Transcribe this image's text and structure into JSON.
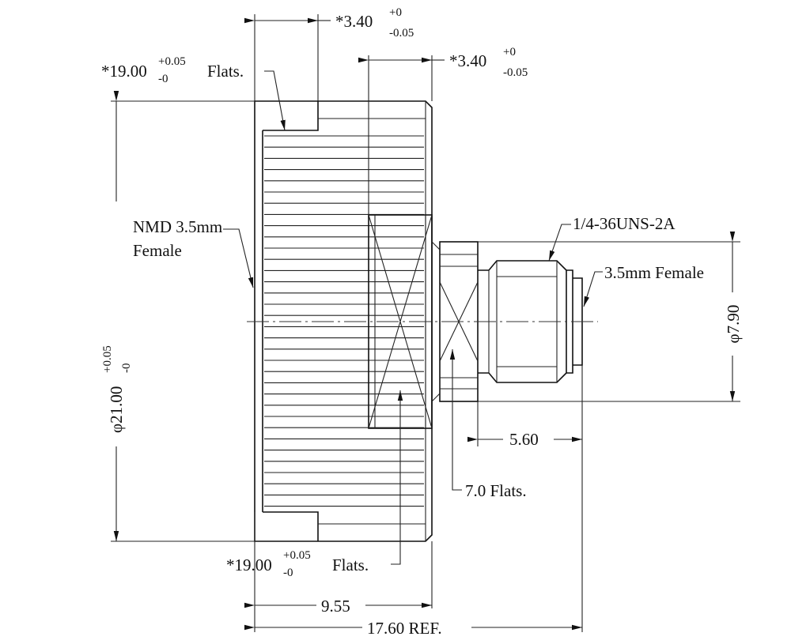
{
  "labels": {
    "top_width_1": {
      "value": "*3.40",
      "tol_plus": "+0",
      "tol_minus": "-0.05"
    },
    "top_width_2": {
      "value": "*3.40",
      "tol_plus": "+0",
      "tol_minus": "-0.05"
    },
    "flats_top": {
      "value": "*19.00",
      "tol_plus": "+0.05",
      "tol_minus": "-0",
      "suffix": "Flats."
    },
    "flats_bottom": {
      "value": "*19.00",
      "tol_plus": "+0.05",
      "tol_minus": "-0",
      "suffix": "Flats."
    },
    "left_port_line1": "NMD 3.5mm",
    "left_port_line2": "Female",
    "thread": "1/4-36UNS-2A",
    "right_port": "3.5mm Female",
    "diameter_small": "φ7.90",
    "diameter_large": {
      "value": "φ21.00",
      "tol_plus": "+0.05",
      "tol_minus": "-0"
    },
    "dim_5_60": "5.60",
    "dim_7_flats": "7.0 Flats.",
    "dim_9_55": "9.55",
    "dim_total": "17.60 REF."
  }
}
